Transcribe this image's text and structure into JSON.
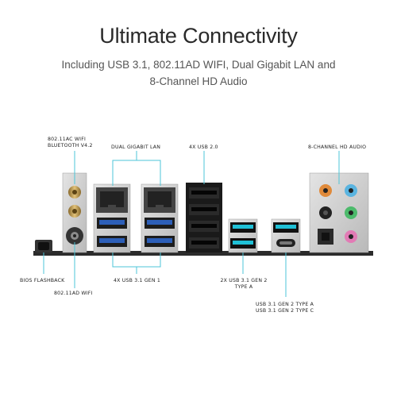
{
  "header": {
    "title": "Ultimate Connectivity",
    "subtitle_line1": "Including USB 3.1, 802.11AD WIFI, Dual Gigabit LAN and",
    "subtitle_line2": "8-Channel HD Audio"
  },
  "labels": {
    "wifi_ac_line1": "802.11AC WIFI",
    "wifi_ac_line2": "BLUETOOTH V4.2",
    "dual_lan": "DUAL GIGABIT LAN",
    "usb20": "4X USB 2.0",
    "audio": "8-CHANNEL HD AUDIO",
    "bios": "BIOS FLASHBACK",
    "wifi_ad": "802.11AD WIFI",
    "usb31gen1": "4X USB 3.1 GEN 1",
    "usb31gen2_line1": "2X USB 3.1 GEN 2",
    "usb31gen2_line2": "TYPE A",
    "usb31_typeA": "USB 3.1 GEN 2 TYPE A",
    "usb31_typeC": "USB 3.1 GEN 2 TYPE C"
  },
  "colors": {
    "accent_line": "#4cc6d8",
    "usb3_blue": "#2d5fb8",
    "usb31_teal": "#1fc0d6",
    "audio_orange": "#e08a3a",
    "audio_blue": "#5ab4e0",
    "audio_green": "#4cba6b",
    "audio_pink": "#e27bb5"
  }
}
